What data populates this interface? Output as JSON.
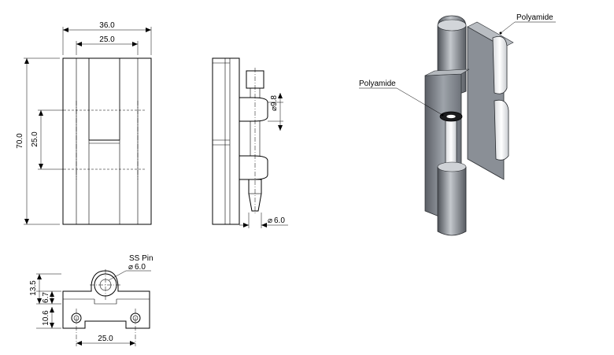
{
  "front_view": {
    "dim_overall_width": "36.0",
    "dim_inner_width": "25.0",
    "dim_height": "70.0",
    "dim_hole_spacing": "25.0"
  },
  "side_view": {
    "dim_knuckle_dia": "9.8",
    "dim_pin_dia": "6.0"
  },
  "top_view": {
    "pin_label": "SS Pin",
    "pin_dia": "6.0",
    "dim_total_thickness": "13.5",
    "dim_step": "6.7",
    "dim_base": "10.6",
    "dim_hole_spacing": "25.0"
  },
  "iso_view": {
    "callout_top": "Polyamide",
    "callout_left": "Polyamide"
  }
}
